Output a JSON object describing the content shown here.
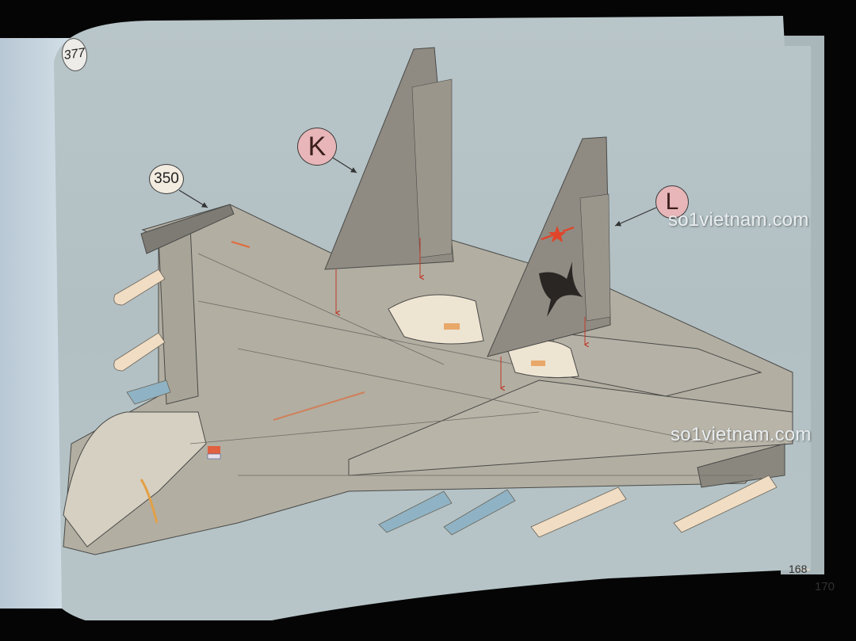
{
  "booklet": {
    "page_badge": "377",
    "step_number": "350",
    "part_callouts": [
      "K",
      "L"
    ],
    "page_number": "168",
    "page_number_underlay": "170"
  },
  "watermarks": [
    "so1vietnam.com",
    "so1vietnam.com"
  ],
  "illustration": {
    "subject": "brick-built twin-tail fighter jet, assembly step attaching vertical stabilizers",
    "tail_decal": "red star with bars and black shark emblem",
    "colors": {
      "page_background": "#b5c3c7",
      "airframe": "#b2aea2",
      "tail_fin": "#8f8b82",
      "missile_ivory": "#f0ddc4",
      "missile_blue": "#8fb3c4",
      "callout_pink": "#e8b6b8",
      "assembly_arrow_red": "#c0392b"
    }
  }
}
